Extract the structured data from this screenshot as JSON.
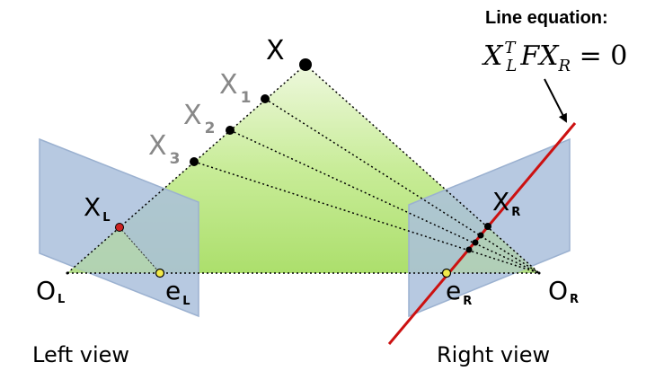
{
  "equation": {
    "heading": "Line equation:",
    "X": "X",
    "sub_L": "L",
    "sup_T": "T",
    "F": "F",
    "X2": "X",
    "sub_R": "R",
    "rest": " = 0"
  },
  "points": {
    "X": "X",
    "X1": {
      "base": "X",
      "sub": "1"
    },
    "X2": {
      "base": "X",
      "sub": "2"
    },
    "X3": {
      "base": "X",
      "sub": "3"
    },
    "xL": {
      "base": "X",
      "sub": "L"
    },
    "xR": {
      "base": "X",
      "sub": "R"
    },
    "OL": {
      "base": "O",
      "sub": "L"
    },
    "OR": {
      "base": "O",
      "sub": "R"
    },
    "eL": {
      "base": "e",
      "sub": "L"
    },
    "eR": {
      "base": "e",
      "sub": "R"
    }
  },
  "captions": {
    "left": "Left view",
    "right": "Right view"
  },
  "colors": {
    "plane_fill": "#aabfdc",
    "plane_stroke": "#9bb1d0",
    "epipolar_line": "#cc1111",
    "epipole_fill": "#f2e94a",
    "label_gray": "#888888"
  }
}
